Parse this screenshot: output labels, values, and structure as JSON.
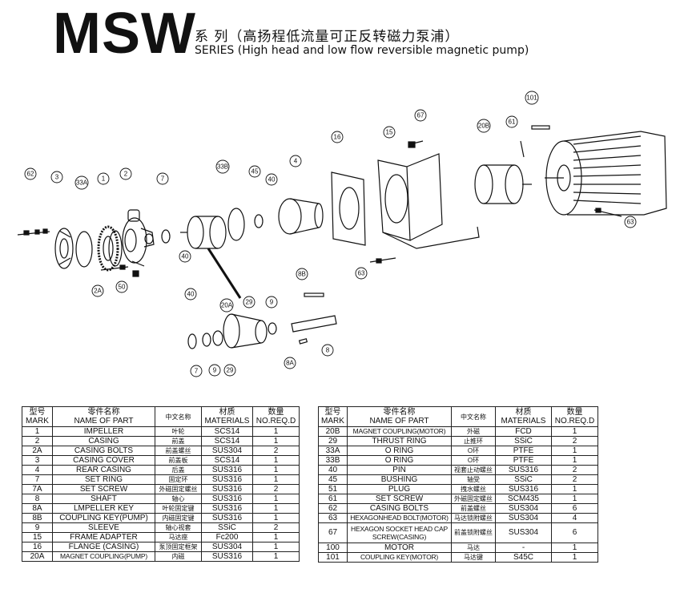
{
  "header": {
    "brand": "MSW",
    "title_cn": "系 列（高扬程低流量可正反转磁力泵浦）",
    "title_en": "SERIES  (High head and low flow reversible magnetic pump)"
  },
  "diagram": {
    "callouts": [
      "62",
      "3",
      "33A",
      "1",
      "2",
      "7",
      "33B",
      "45",
      "40",
      "4",
      "16",
      "15",
      "67",
      "20B",
      "61",
      "101",
      "63",
      "63",
      "8B",
      "40",
      "20A",
      "29",
      "9",
      "8",
      "8A",
      "7",
      "9",
      "29",
      "2A",
      "50",
      "40"
    ]
  },
  "table_headers": {
    "mark_cn": "型号",
    "mark_en": "MARK",
    "name_cn": "零件名称",
    "name_en": "NAME OF PART",
    "cn_name": "中文名称",
    "material_cn": "材质",
    "material_en": "MATERIALS",
    "qty_cn": "数量",
    "qty_en": "NO.REQ.D"
  },
  "parts_left": [
    {
      "mark": "1",
      "name": "IMPELLER",
      "cn": "叶轮",
      "material": "SCS14",
      "qty": "1"
    },
    {
      "mark": "2",
      "name": "CASING",
      "cn": "前盖",
      "material": "SCS14",
      "qty": "1"
    },
    {
      "mark": "2A",
      "name": "CASING BOLTS",
      "cn": "前盖螺丝",
      "material": "SUS304",
      "qty": "2"
    },
    {
      "mark": "3",
      "name": "CASING COVER",
      "cn": "前盖板",
      "material": "SCS14",
      "qty": "1"
    },
    {
      "mark": "4",
      "name": "REAR CASING",
      "cn": "后盖",
      "material": "SUS316",
      "qty": "1"
    },
    {
      "mark": "7",
      "name": "SET RING",
      "cn": "固定环",
      "material": "SUS316",
      "qty": "1"
    },
    {
      "mark": "7A",
      "name": "SET SCREW",
      "cn": "外磁固定螺丝",
      "material": "SUS316",
      "qty": "2"
    },
    {
      "mark": "8",
      "name": "SHAFT",
      "cn": "轴心",
      "material": "SUS316",
      "qty": "1"
    },
    {
      "mark": "8A",
      "name": "LMPELLER KEY",
      "cn": "叶轮固定键",
      "material": "SUS316",
      "qty": "1"
    },
    {
      "mark": "8B",
      "name": "COUPLING KEY(PUMP)",
      "cn": "内磁固定键",
      "material": "SUS316",
      "qty": "1"
    },
    {
      "mark": "9",
      "name": "SLEEVE",
      "cn": "轴心视套",
      "material": "SSiC",
      "qty": "2"
    },
    {
      "mark": "15",
      "name": "FRAME ADAPTER",
      "cn": "马达座",
      "material": "Fc200",
      "qty": "1"
    },
    {
      "mark": "16",
      "name": "FLANGE (CASING)",
      "cn": "泵顶固定框架",
      "material": "SUS304",
      "qty": "1"
    },
    {
      "mark": "20A",
      "name": "MAGNET COUPLING(PUMP)",
      "cn": "内磁",
      "material": "SUS316",
      "qty": "1"
    }
  ],
  "parts_right": [
    {
      "mark": "20B",
      "name": "MAGNET COUPLING(MOTOR)",
      "cn": "外磁",
      "material": "FCD",
      "qty": "1"
    },
    {
      "mark": "29",
      "name": "THRUST RING",
      "cn": "止推环",
      "material": "SSiC",
      "qty": "2"
    },
    {
      "mark": "33A",
      "name": "O RING",
      "cn": "O环",
      "material": "PTFE",
      "qty": "1"
    },
    {
      "mark": "33B",
      "name": "O RING",
      "cn": "O环",
      "material": "PTFE",
      "qty": "1"
    },
    {
      "mark": "40",
      "name": "PIN",
      "cn": "视套止动螺丝",
      "material": "SUS316",
      "qty": "2"
    },
    {
      "mark": "45",
      "name": "BUSHING",
      "cn": "轴受",
      "material": "SSiC",
      "qty": "2"
    },
    {
      "mark": "51",
      "name": "PLUG",
      "cn": "拽水螺丝",
      "material": "SUS316",
      "qty": "1"
    },
    {
      "mark": "61",
      "name": "SET SCREW",
      "cn": "外磁固定螺丝",
      "material": "SCM435",
      "qty": "1"
    },
    {
      "mark": "62",
      "name": "CASING BOLTS",
      "cn": "前盖螺丝",
      "material": "SUS304",
      "qty": "6"
    },
    {
      "mark": "63",
      "name": "HEXAGONHEAD BOLT(MOTOR)",
      "cn": "马达锁附螺丝",
      "material": "SUS304",
      "qty": "4"
    },
    {
      "mark": "67",
      "name": "HEXAGON SOCKET HEAD CAP SCREW(CASING)",
      "cn": "前盖锁附螺丝",
      "material": "SUS304",
      "qty": "6"
    },
    {
      "mark": "100",
      "name": "MOTOR",
      "cn": "马达",
      "material": "-",
      "qty": "1"
    },
    {
      "mark": "101",
      "name": "COUPLING KEY(MOTOR)",
      "cn": "马达键",
      "material": "S45C",
      "qty": "1"
    }
  ]
}
